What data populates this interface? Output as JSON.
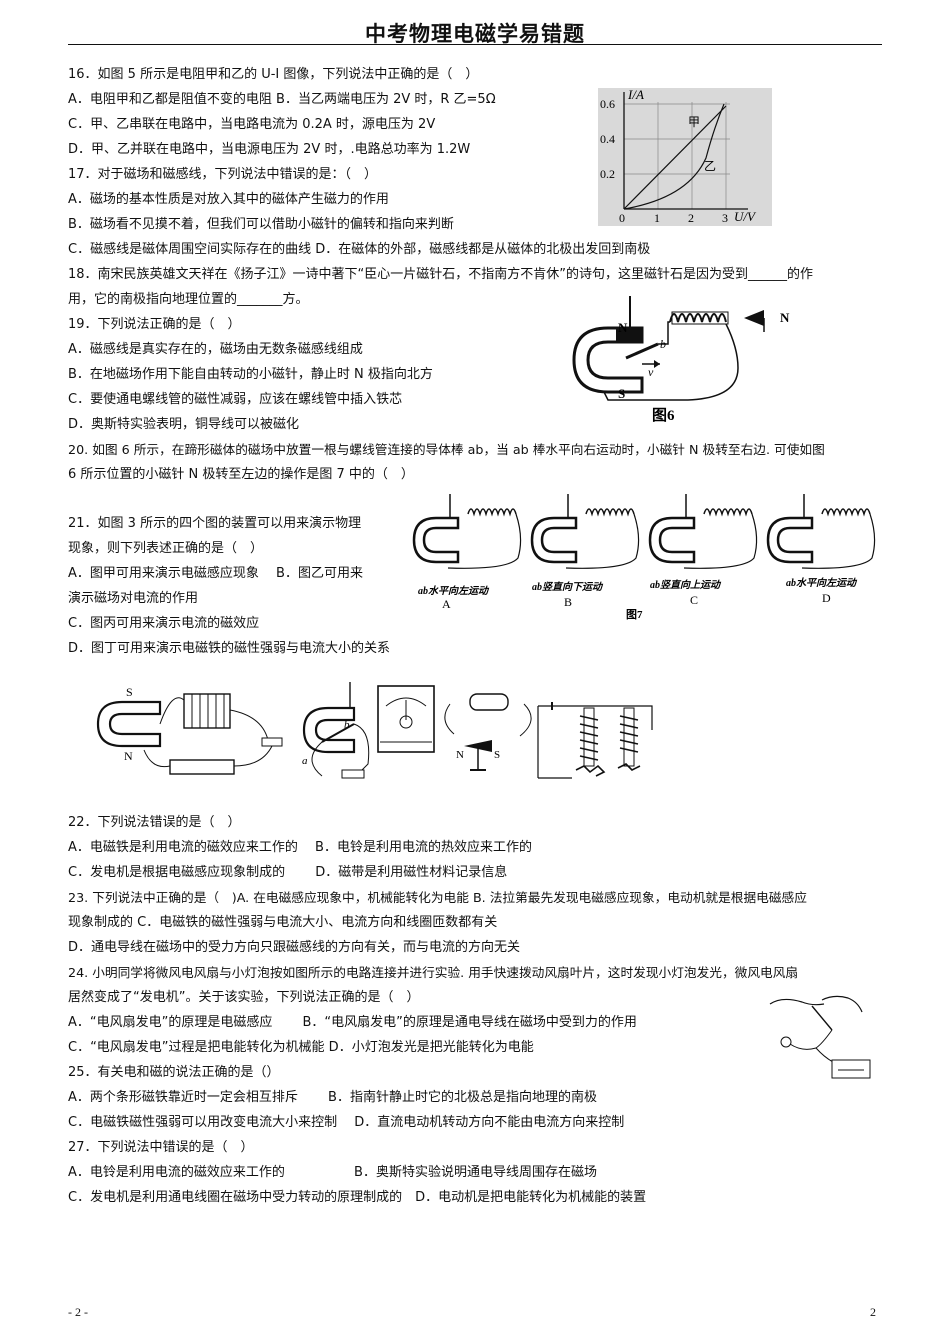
{
  "header": {
    "title": "中考物理电磁学易错题"
  },
  "lines": [
    "16．如图 5 所示是电阻甲和乙的 U-I 图像，下列说法中正确的是（　）",
    "A．电阻甲和乙都是阻值不变的电阻 B．当乙两端电压为 2V 时，R 乙=5Ω",
    "C．甲、乙串联在电路中，当电路电流为 0.2A 时，源电压为 2V",
    "D．甲、乙并联在电路中，当电源电压为 2V 时，.电路总功率为 1.2W",
    "17．对于磁场和磁感线，下列说法中错误的是：（　）",
    "A．磁场的基本性质是对放入其中的磁体产生磁力的作用",
    "B．磁场看不见摸不着，但我们可以借助小磁针的偏转和指向来判断",
    "C．磁感线是磁体周围空间实际存在的曲线 D．在磁体的外部，磁感线都是从磁体的北极出发回到南极",
    "18．南宋民族英雄文天祥在《扬子江》一诗中著下“臣心一片磁针石，不指南方不肯休”的诗句，这里磁针石是因为受到______的作",
    "用，它的南极指向地理位置的_______方。",
    "19．下列说法正确的是（　）",
    "A．磁感线是真实存在的，磁场由无数条磁感线组成",
    "B．在地磁场作用下能自由转动的小磁针，静止时 N 极指向北方",
    "C．要使通电螺线管的磁性减弱，应该在螺线管中插入铁芯",
    "D．奥斯特实验表明，铜导线可以被磁化",
    "20. 如图 6 所示，在蹄形磁体的磁场中放置一根与螺线管连接的导体棒 ab，当 ab 棒水平向右运动时，小磁针 N 极转至右边. 可使如图",
    "6 所示位置的小磁针 N 极转至左边的操作是图 7 中的（　）",
    "21．如图 3 所示的四个图的装置可以用来演示物理",
    "现象，则下列表述正确的是（　）",
    "A．图甲可用来演示电磁感应现象　 B．图乙可用来",
    "演示磁场对电流的作用",
    "C．图丙可用来演示电流的磁效应",
    "D．图丁可用来演示电磁铁的磁性强弱与电流大小的关系",
    "22．下列说法错误的是（　）",
    "A．电磁铁是利用电流的磁效应来工作的　 B．电铃是利用电流的热效应来工作的",
    "C．发电机是根据电磁感应现象制成的　　 D．磁带是利用磁性材料记录信息",
    "23. 下列说法中正确的是（　)A. 在电磁感应现象中，机械能转化为电能 B. 法拉第最先发现电磁感应现象，电动机就是根据电磁感应",
    "现象制成的 C．电磁铁的磁性强弱与电流大小、电流方向和线圈匝数都有关",
    "D．通电导线在磁场中的受力方向只跟磁感线的方向有关，而与电流的方向无关",
    "24. 小明同学将微风电风扇与小灯泡按如图所示的电路连接并进行实验. 用手快速拨动风扇叶片，这时发现小灯泡发光，微风电风扇",
    "居然变成了“发电机”。关于该实验，下列说法正确的是（　）",
    "A．“电风扇发电”的原理是电磁感应　　 B．“电风扇发电”的原理是通电导线在磁场中受到力的作用",
    "C．“电风扇发电”过程是把电能转化为机械能 D．小灯泡发光是把光能转化为电能",
    "25．有关电和磁的说法正确的是（）",
    "A．两个条形磁铁靠近时一定会相互排斥　　 B．指南针静止时它的北极总是指向地理的南极",
    "C．电磁铁磁性强弱可以用改变电流大小来控制　 D．直流电动机转动方向不能由电流方向来控制",
    "27．下列说法中错误的是（　）",
    "A．电铃是利用电流的磁效应来工作的　　　　　 B．奥斯特实验说明通电导线周围存在磁场",
    "C．发电机是利用通电线圈在磁场中受力转动的原理制成的　D．电动机是把电能转化为机械能的装置"
  ],
  "graph": {
    "y_axis": "I/A",
    "x_axis": "U/V",
    "y_ticks": [
      "0.6",
      "0.4",
      "0.2"
    ],
    "x_ticks": [
      "0",
      "1",
      "2",
      "3"
    ],
    "curve_labels": [
      "甲",
      "乙"
    ]
  },
  "fig6": {
    "caption": "图6",
    "labels": [
      "N",
      "S",
      "b",
      "v",
      "N"
    ]
  },
  "fig7": {
    "caption": "图7",
    "panels": [
      {
        "motion": "ab水平向左运动",
        "letter": "A"
      },
      {
        "motion": "ab竖直向下运动",
        "letter": "B"
      },
      {
        "motion": "ab竖直向上运动",
        "letter": "C"
      },
      {
        "motion": "ab水平向左运动",
        "letter": "D"
      }
    ]
  },
  "fig3": {
    "labels": [
      "S",
      "N",
      "b",
      "a",
      "N",
      "S"
    ]
  },
  "footer": {
    "left": "- 2 -",
    "right": "2"
  },
  "colors": {
    "text": "#111111",
    "figure_bg": "#d9d9d9"
  }
}
